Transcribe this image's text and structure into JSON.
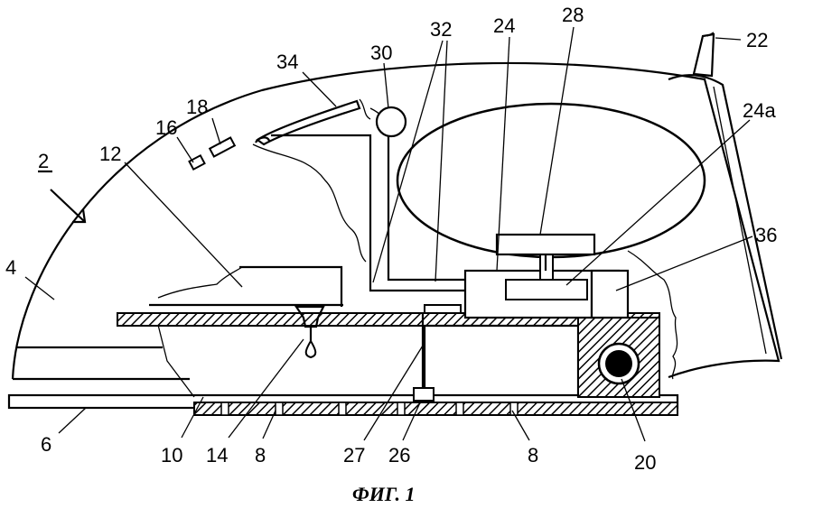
{
  "labels": {
    "l2": "2",
    "l4": "4",
    "l6": "6",
    "l8a": "8",
    "l8b": "8",
    "l10": "10",
    "l12": "12",
    "l14": "14",
    "l16": "16",
    "l18": "18",
    "l20": "20",
    "l22": "22",
    "l24": "24",
    "l24a": "24a",
    "l26": "26",
    "l27": "27",
    "l28": "28",
    "l30": "30",
    "l32": "32",
    "l34": "34",
    "l36": "36"
  },
  "caption": "ФИГ. 1"
}
